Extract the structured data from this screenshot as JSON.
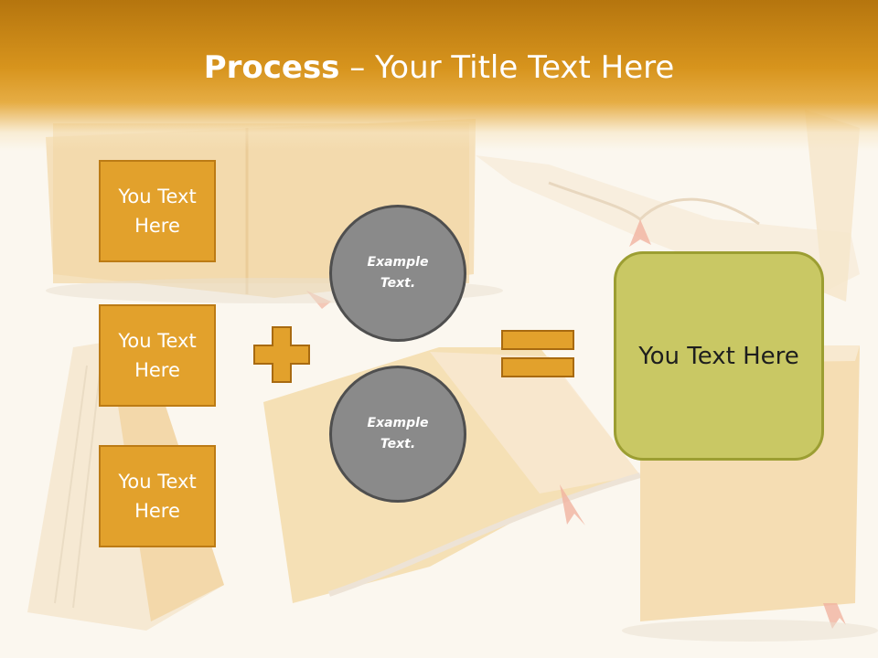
{
  "title": {
    "bold": "Process",
    "rest": " – Your Title Text Here"
  },
  "boxes": [
    {
      "label": "You Text Here"
    },
    {
      "label": "You Text Here"
    },
    {
      "label": "You Text Here"
    }
  ],
  "circles": [
    {
      "label": "Example Text."
    },
    {
      "label": "Example Text."
    }
  ],
  "operators": {
    "plus_icon": "plus-icon",
    "equals_icon": "equals-icon"
  },
  "result": {
    "label": "You Text Here"
  },
  "colors": {
    "header": "#d7941d",
    "box_fill": "#e2a12c",
    "box_border": "#bc7b15",
    "circle_fill": "#8a8a8a",
    "circle_border": "#4f4f4f",
    "result_fill": "#c9c864",
    "result_border": "#9c9e32"
  }
}
